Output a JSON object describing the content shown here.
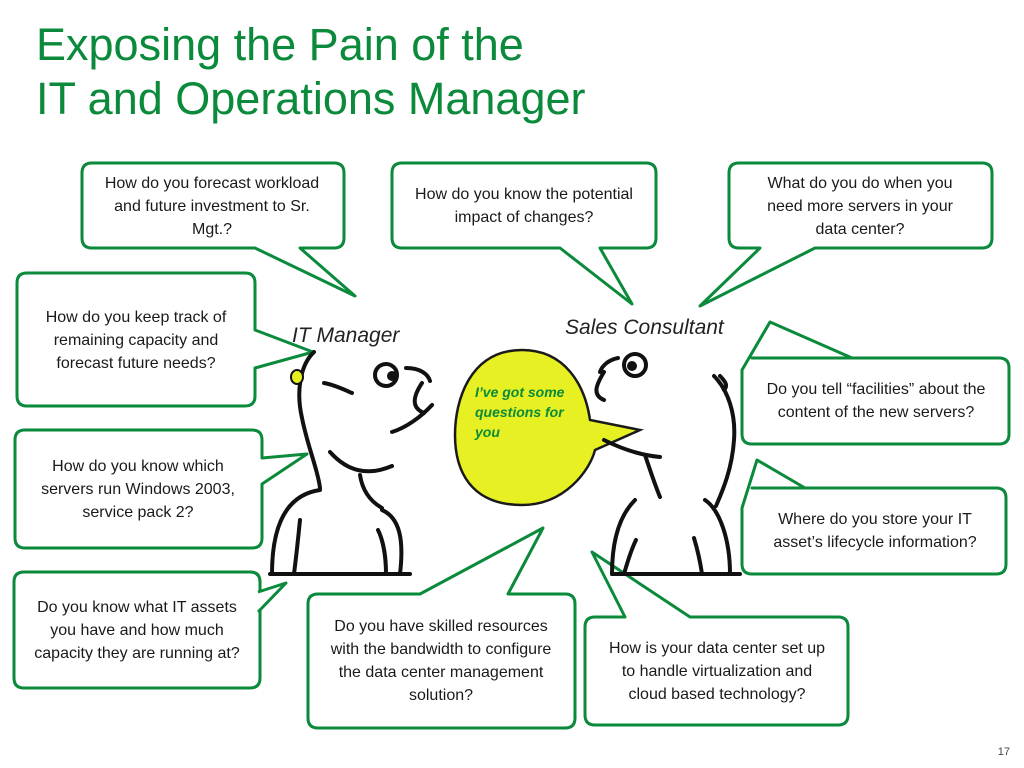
{
  "slide": {
    "title_line1": "Exposing the Pain of the",
    "title_line2": "IT and Operations Manager",
    "page_number": "17",
    "accent_color": "#0a8a3a",
    "highlight_color": "#e6f022"
  },
  "labels": {
    "it_manager": "IT Manager",
    "sales_consultant": "Sales Consultant",
    "yellow_bubble": "I’ve got some questions for you"
  },
  "bubbles": [
    {
      "text": "How do you forecast workload and future investment to Sr. Mgt.?"
    },
    {
      "text": "How do you know the potential impact of changes?"
    },
    {
      "text": "What do you do when you need more servers in your data center?"
    },
    {
      "text": "How do you keep track of remaining capacity and forecast future needs?"
    },
    {
      "text": "Do you tell “facilities” about the content of the new servers?"
    },
    {
      "text": "How do you know which servers run Windows 2003, service pack 2?"
    },
    {
      "text": "Where do you store your IT asset’s lifecycle information?"
    },
    {
      "text": "Do you know what IT assets you have and how much capacity they are running at?"
    },
    {
      "text": "Do you have skilled resources with the bandwidth to configure the data center management solution?"
    },
    {
      "text": "How is your data center set up to handle virtualization and cloud based technology?"
    }
  ]
}
